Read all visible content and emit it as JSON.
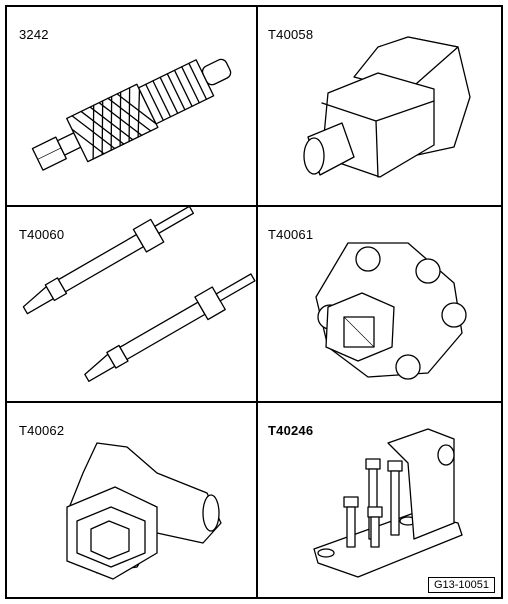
{
  "tools": [
    {
      "label": "3242",
      "bold": false
    },
    {
      "label": "T40058",
      "bold": false
    },
    {
      "label": "T40060",
      "bold": false
    },
    {
      "label": "T40061",
      "bold": false
    },
    {
      "label": "T40062",
      "bold": false
    },
    {
      "label": "T40246",
      "bold": true
    }
  ],
  "figure_ref": "G13-10051"
}
